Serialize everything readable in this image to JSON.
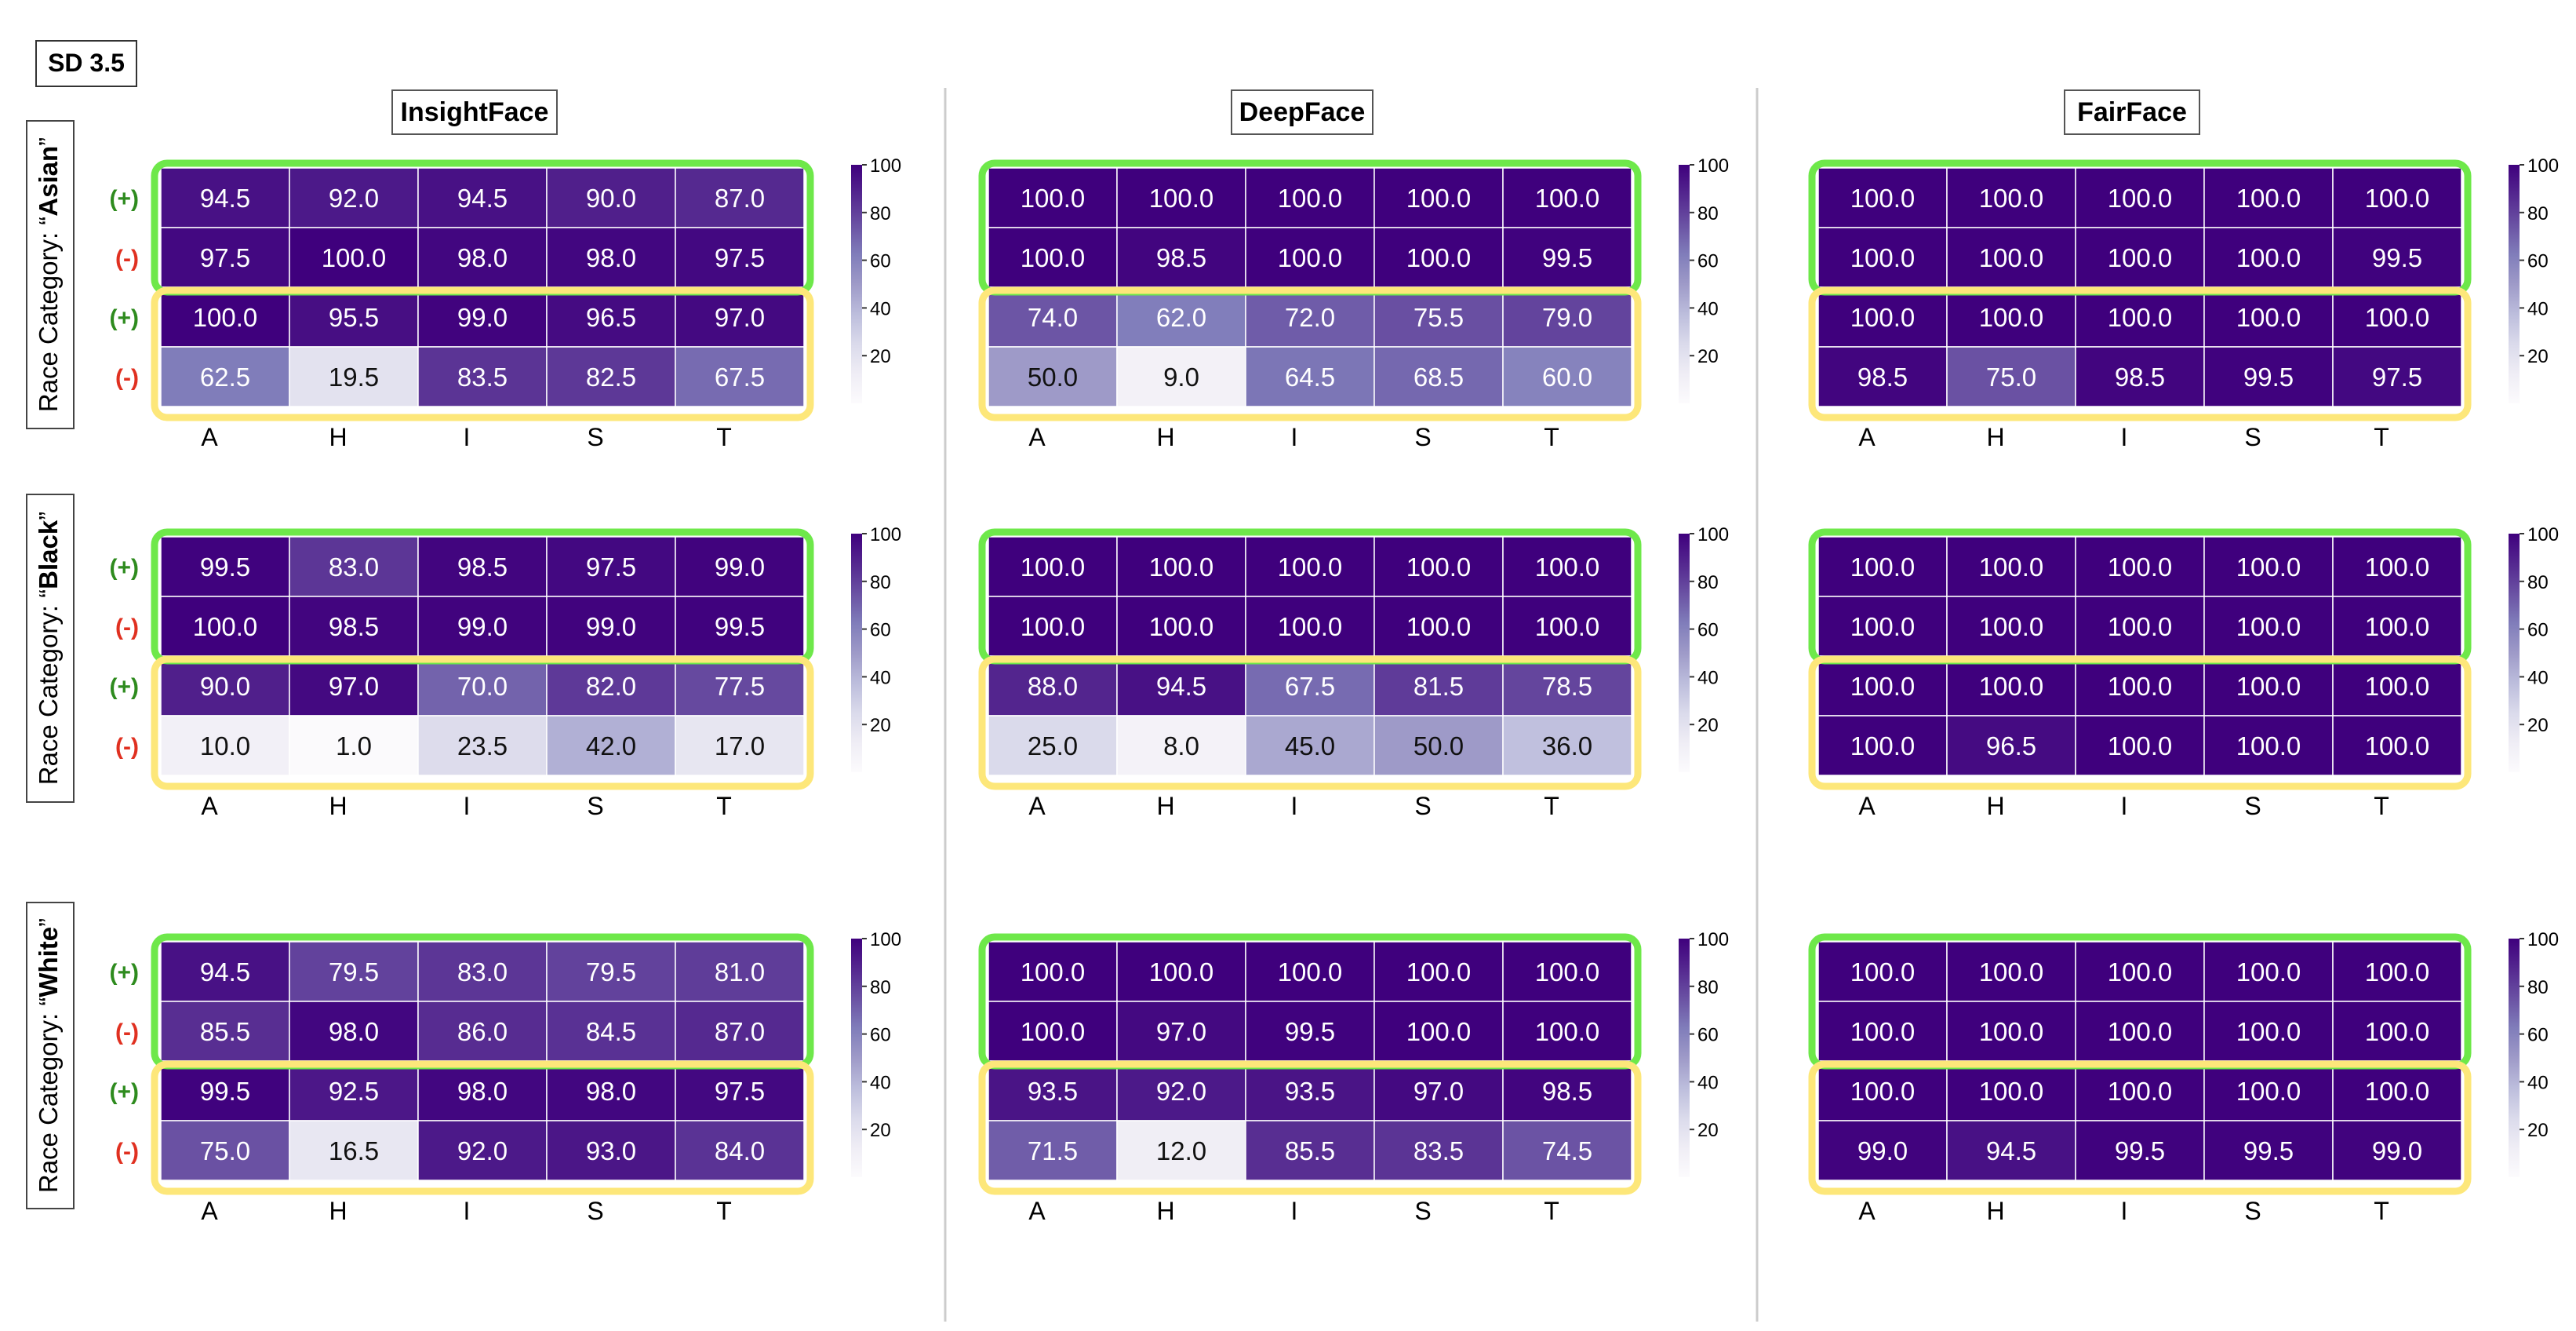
{
  "figure_label": "SD 3.5",
  "models": [
    "InsightFace",
    "DeepFace",
    "FairFace"
  ],
  "row_labels": [
    {
      "prefix": "Race Category: “",
      "name": "Asian",
      "suffix": "”"
    },
    {
      "prefix": "Race Category: “",
      "name": "Black",
      "suffix": "”"
    },
    {
      "prefix": "Race Category: “",
      "name": "White",
      "suffix": "”"
    }
  ],
  "prompt_signs": {
    "positive": "(+)",
    "negative": "(-)"
  },
  "colors": {
    "positive_sign": "#2e8b1e",
    "negative_sign": "#e03020",
    "green_box": "#6ee84a",
    "yellow_box": "#fde77a",
    "cmap_low": "#fcfbfd",
    "cmap_high": "#3f007d",
    "divider": "#cccccc"
  },
  "chart_data": {
    "type": "heatmap",
    "colormap": "Purples",
    "value_range": [
      0,
      100
    ],
    "colorbar_ticks": [
      20,
      40,
      60,
      80,
      100
    ],
    "x_categories": [
      "A",
      "H",
      "I",
      "S",
      "T"
    ],
    "panels": [
      {
        "model": "InsightFace",
        "race": "Asian",
        "values": [
          [
            94.5,
            92.0,
            94.5,
            90.0,
            87.0
          ],
          [
            97.5,
            100.0,
            98.0,
            98.0,
            97.5
          ],
          [
            100.0,
            95.5,
            99.0,
            96.5,
            97.0
          ],
          [
            62.5,
            19.5,
            83.5,
            82.5,
            67.5
          ]
        ]
      },
      {
        "model": "DeepFace",
        "race": "Asian",
        "values": [
          [
            100.0,
            100.0,
            100.0,
            100.0,
            100.0
          ],
          [
            100.0,
            98.5,
            100.0,
            100.0,
            99.5
          ],
          [
            74.0,
            62.0,
            72.0,
            75.5,
            79.0
          ],
          [
            50.0,
            9.0,
            64.5,
            68.5,
            60.0
          ]
        ]
      },
      {
        "model": "FairFace",
        "race": "Asian",
        "values": [
          [
            100.0,
            100.0,
            100.0,
            100.0,
            100.0
          ],
          [
            100.0,
            100.0,
            100.0,
            100.0,
            99.5
          ],
          [
            100.0,
            100.0,
            100.0,
            100.0,
            100.0
          ],
          [
            98.5,
            75.0,
            98.5,
            99.5,
            97.5
          ]
        ]
      },
      {
        "model": "InsightFace",
        "race": "Black",
        "values": [
          [
            99.5,
            83.0,
            98.5,
            97.5,
            99.0
          ],
          [
            100.0,
            98.5,
            99.0,
            99.0,
            99.5
          ],
          [
            90.0,
            97.0,
            70.0,
            82.0,
            77.5
          ],
          [
            10.0,
            1.0,
            23.5,
            42.0,
            17.0
          ]
        ]
      },
      {
        "model": "DeepFace",
        "race": "Black",
        "values": [
          [
            100.0,
            100.0,
            100.0,
            100.0,
            100.0
          ],
          [
            100.0,
            100.0,
            100.0,
            100.0,
            100.0
          ],
          [
            88.0,
            94.5,
            67.5,
            81.5,
            78.5
          ],
          [
            25.0,
            8.0,
            45.0,
            50.0,
            36.0
          ]
        ]
      },
      {
        "model": "FairFace",
        "race": "Black",
        "values": [
          [
            100.0,
            100.0,
            100.0,
            100.0,
            100.0
          ],
          [
            100.0,
            100.0,
            100.0,
            100.0,
            100.0
          ],
          [
            100.0,
            100.0,
            100.0,
            100.0,
            100.0
          ],
          [
            100.0,
            96.5,
            100.0,
            100.0,
            100.0
          ]
        ]
      },
      {
        "model": "InsightFace",
        "race": "White",
        "values": [
          [
            94.5,
            79.5,
            83.0,
            79.5,
            81.0
          ],
          [
            85.5,
            98.0,
            86.0,
            84.5,
            87.0
          ],
          [
            99.5,
            92.5,
            98.0,
            98.0,
            97.5
          ],
          [
            75.0,
            16.5,
            92.0,
            93.0,
            84.0
          ]
        ]
      },
      {
        "model": "DeepFace",
        "race": "White",
        "values": [
          [
            100.0,
            100.0,
            100.0,
            100.0,
            100.0
          ],
          [
            100.0,
            97.0,
            99.5,
            100.0,
            100.0
          ],
          [
            93.5,
            92.0,
            93.5,
            97.0,
            98.5
          ],
          [
            71.5,
            12.0,
            85.5,
            83.5,
            74.5
          ]
        ]
      },
      {
        "model": "FairFace",
        "race": "White",
        "values": [
          [
            100.0,
            100.0,
            100.0,
            100.0,
            100.0
          ],
          [
            100.0,
            100.0,
            100.0,
            100.0,
            100.0
          ],
          [
            100.0,
            100.0,
            100.0,
            100.0,
            100.0
          ],
          [
            99.0,
            94.5,
            99.5,
            99.5,
            99.0
          ]
        ]
      }
    ]
  }
}
